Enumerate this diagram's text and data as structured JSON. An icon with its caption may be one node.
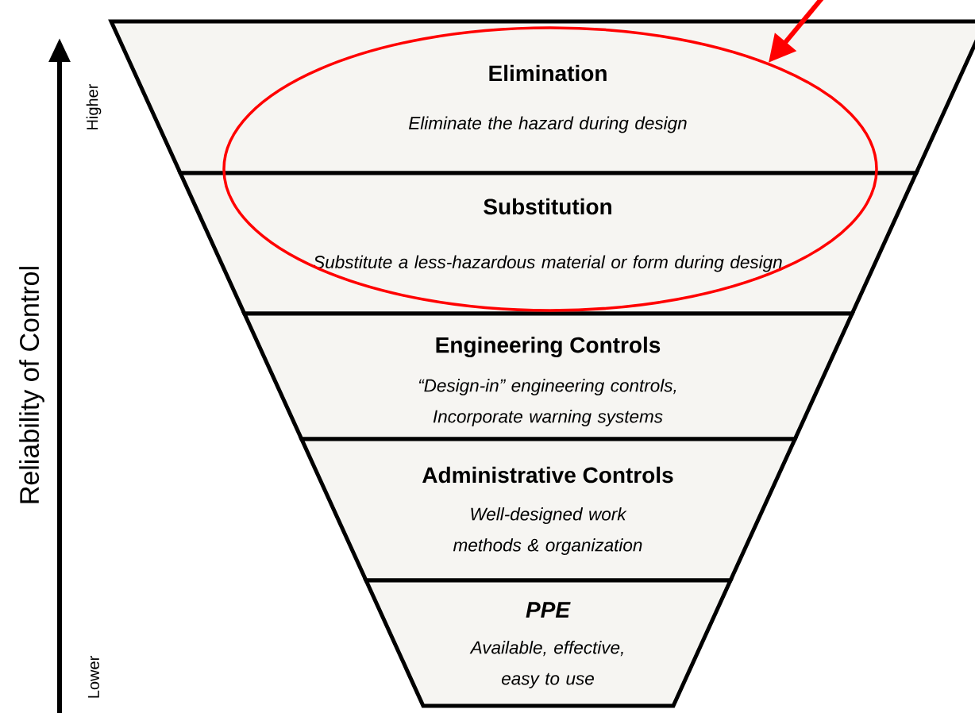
{
  "diagram": {
    "nodes": [
      {
        "text": [
          "Elimination",
          "Eliminate the hazard during design"
        ]
      },
      {
        "text": [
          "Substitution",
          "Substitute a less-hazardous material or form during design"
        ]
      },
      {
        "text": [
          "Engineering Controls",
          "“Design-in” engineering controls, Incorporate warning systems"
        ]
      },
      {
        "text": [
          "Administrative Controls",
          "Well-designed work methods & organization"
        ]
      },
      {
        "text": [
          "PPE",
          "Available, effective, easy to use"
        ]
      },
      {
        "text": [],
        "shape": "ellipse"
      }
    ],
    "edges": [
      {
        "from": null,
        "to": 5,
        "arrow": "to",
        "color": "#ff0000"
      }
    ],
    "labels": [
      "Reliability of Control",
      "Higher",
      "Lower"
    ]
  }
}
